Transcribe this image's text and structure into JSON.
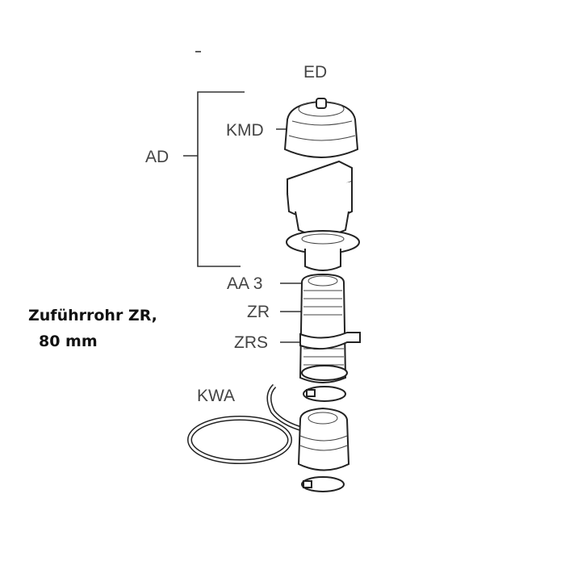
{
  "labels": {
    "ed": "ED",
    "kmd": "KMD",
    "ad": "AD",
    "aa3": "AA 3",
    "zr": "ZR",
    "zrs": "ZRS",
    "kwa": "KWA"
  },
  "caption": {
    "line1": "Zuführrohr ZR,",
    "line2": "80 mm"
  }
}
